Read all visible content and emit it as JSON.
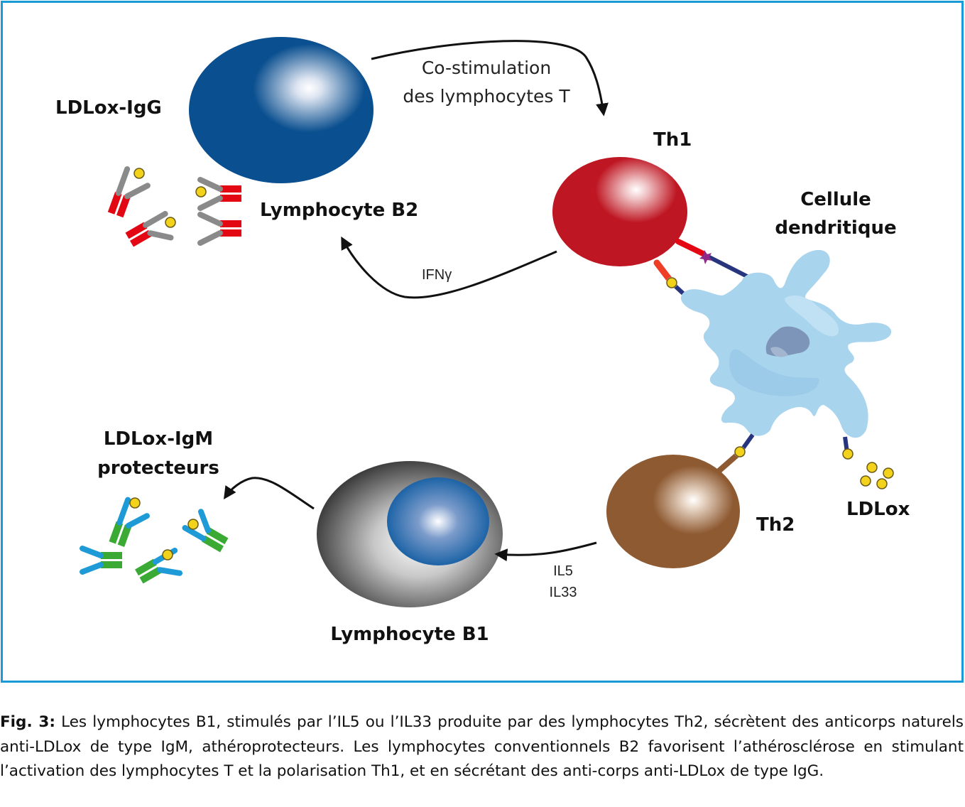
{
  "diagram": {
    "labels": {
      "ldlox_igg": "LDLox-IgG",
      "lymphocyte_b2": "Lymphocyte B2",
      "costim_line1": "Co-stimulation",
      "costim_line2": "des lymphocytes T",
      "th1": "Th1",
      "cellule_line1": "Cellule",
      "cellule_line2": "dendritique",
      "ifng": "IFNγ",
      "ldlox_igm_line1": "LDLox-IgM",
      "ldlox_igm_line2": "protecteurs",
      "th2": "Th2",
      "ldlox": "LDLox",
      "il5": "IL5",
      "il33": "IL33",
      "lymphocyte_b1": "Lymphocyte B1"
    },
    "colors": {
      "frame": "#1a9ad6",
      "b2_cell": "#0a4f8f",
      "th1_cell": "#be1622",
      "th2_cell": "#8e5a32",
      "b1_cell_outer": "#3a3a3a",
      "b1_nucleus": "#0d5aa0",
      "dendritic_cell": "#a9d4ee",
      "igg_heavy": "#e30613",
      "igg_light": "#8a8a8a",
      "igm_heavy": "#3aaa35",
      "igm_light": "#1e9ad6",
      "antigen": "#f2d21a",
      "receptor": "#27357f"
    }
  },
  "caption": {
    "fig_label": "Fig. 3:",
    "text": "Les lymphocytes B1, stimulés par l’IL5 ou l’IL33 produite par des lymphocytes Th2, sécrètent des anticorps naturels anti-LDLox de type IgM, athéroprotecteurs. Les lymphocytes conventionnels B2 favorisent l’athérosclérose en stimulant l’activation des lymphocytes T et la polarisation Th1, et en sécrétant des anti-corps anti-LDLox de type IgG."
  }
}
